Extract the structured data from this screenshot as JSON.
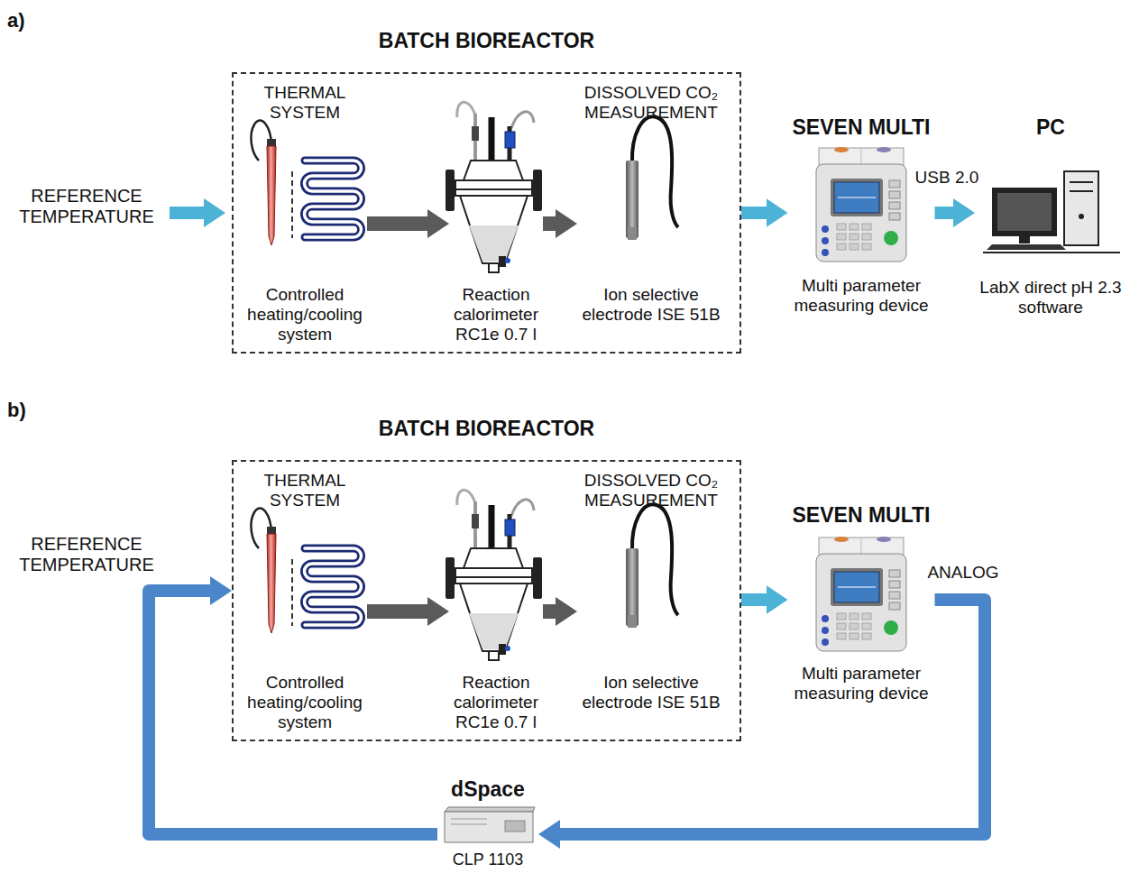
{
  "diagram": {
    "nodes": [
      {
        "text": [
          "BATCH BIOREACTOR"
        ]
      },
      {
        "text": [
          "THERMAL SYSTEM",
          "Controlled heating/cooling system"
        ],
        "in": 0
      },
      {
        "text": [
          "Reaction calorimeter RC1e 0.7 l"
        ],
        "in": 0
      },
      {
        "text": [
          "DISSOLVED CO₂ MEASUREMENT",
          "Ion selective electrode ISE 51B"
        ],
        "in": 0
      },
      {
        "text": [
          "SEVEN MULTI",
          "Multi parameter measuring device"
        ]
      },
      {
        "text": [
          "PC",
          "LabX direct pH 2.3 software"
        ]
      },
      {
        "text": [
          "BATCH BIOREACTOR"
        ]
      },
      {
        "text": [
          "THERMAL SYSTEM",
          "Controlled heating/cooling system"
        ],
        "in": 6
      },
      {
        "text": [
          "Reaction calorimeter RC1e 0.7 l"
        ],
        "in": 6
      },
      {
        "text": [
          "DISSOLVED CO₂ MEASUREMENT",
          "Ion selective electrode ISE 51B"
        ],
        "in": 6
      },
      {
        "text": [
          "SEVEN MULTI",
          "Multi parameter measuring device"
        ]
      },
      {
        "text": [
          "dSpace",
          "CLP 1103"
        ]
      }
    ],
    "edges": [
      {
        "from": 1,
        "to": 2,
        "arrow": "to"
      },
      {
        "from": 2,
        "to": 3,
        "arrow": "to"
      },
      {
        "from": 0,
        "to": 4,
        "arrow": "to"
      },
      {
        "from": 4,
        "to": 5,
        "label": "USB 2.0",
        "arrow": "to"
      },
      {
        "from": 7,
        "to": 8,
        "arrow": "to"
      },
      {
        "from": 8,
        "to": 9,
        "arrow": "to"
      },
      {
        "from": 6,
        "to": 10,
        "arrow": "to"
      },
      {
        "from": 10,
        "to": 11,
        "label": "ANALOG",
        "arrow": "to"
      },
      {
        "from": 11,
        "to": 6,
        "arrow": "to"
      }
    ],
    "labels": [
      "a)",
      "REFERENCE TEMPERATURE",
      "b)",
      "REFERENCE TEMPERATURE"
    ]
  }
}
